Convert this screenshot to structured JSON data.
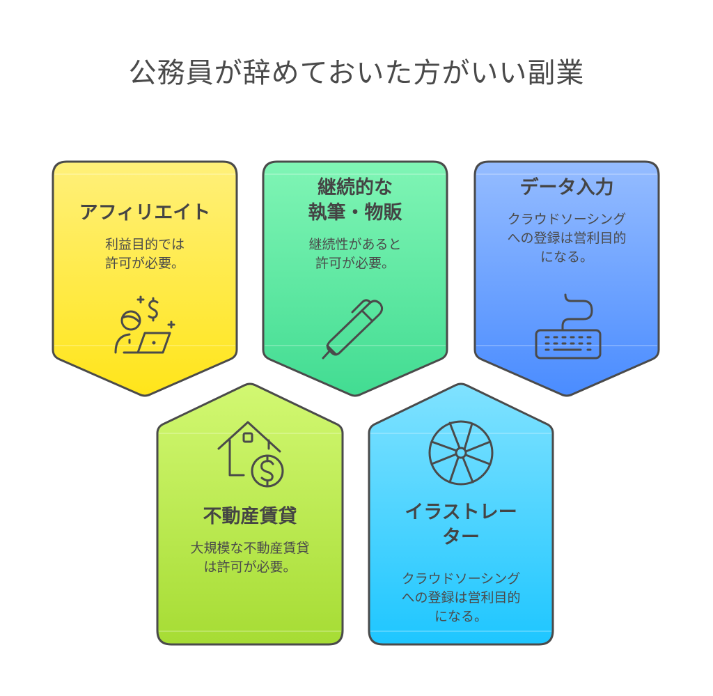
{
  "title": "公務員が辞めておいた方がいい副業",
  "colors": {
    "outline": "#4a4a4a",
    "affiliate": [
      "#fff07a",
      "#ffe51a"
    ],
    "writing": [
      "#80f5b5",
      "#42dc92"
    ],
    "data_entry": [
      "#95bcff",
      "#4a8cff"
    ],
    "real_estate": [
      "#d2f872",
      "#a6dc34"
    ],
    "illustrator": [
      "#80e2ff",
      "#1ec6ff"
    ]
  },
  "cards": [
    {
      "id": "affiliate",
      "title": "アフィリエイト",
      "desc_lines": [
        "利益目的では",
        "許可が必要。"
      ],
      "icon": "person-laptop-money-icon"
    },
    {
      "id": "writing",
      "title_lines": [
        "継続的な",
        "執筆・物販"
      ],
      "desc_lines": [
        "継続性があると",
        "許可が必要。"
      ],
      "icon": "pen-icon"
    },
    {
      "id": "data_entry",
      "title": "データ入力",
      "desc_lines": [
        "クラウドソーシング",
        "への登録は営利目的",
        "になる。"
      ],
      "icon": "keyboard-icon"
    },
    {
      "id": "real_estate",
      "title": "不動産賃貸",
      "desc_lines": [
        "大規模な不動産賃貸",
        "は許可が必要。"
      ],
      "icon": "house-dollar-icon"
    },
    {
      "id": "illustrator",
      "title_lines": [
        "イラストレー",
        "ター"
      ],
      "desc_lines": [
        "クラウドソーシング",
        "への登録は営利目的",
        "になる。"
      ],
      "icon": "color-wheel-icon"
    }
  ]
}
